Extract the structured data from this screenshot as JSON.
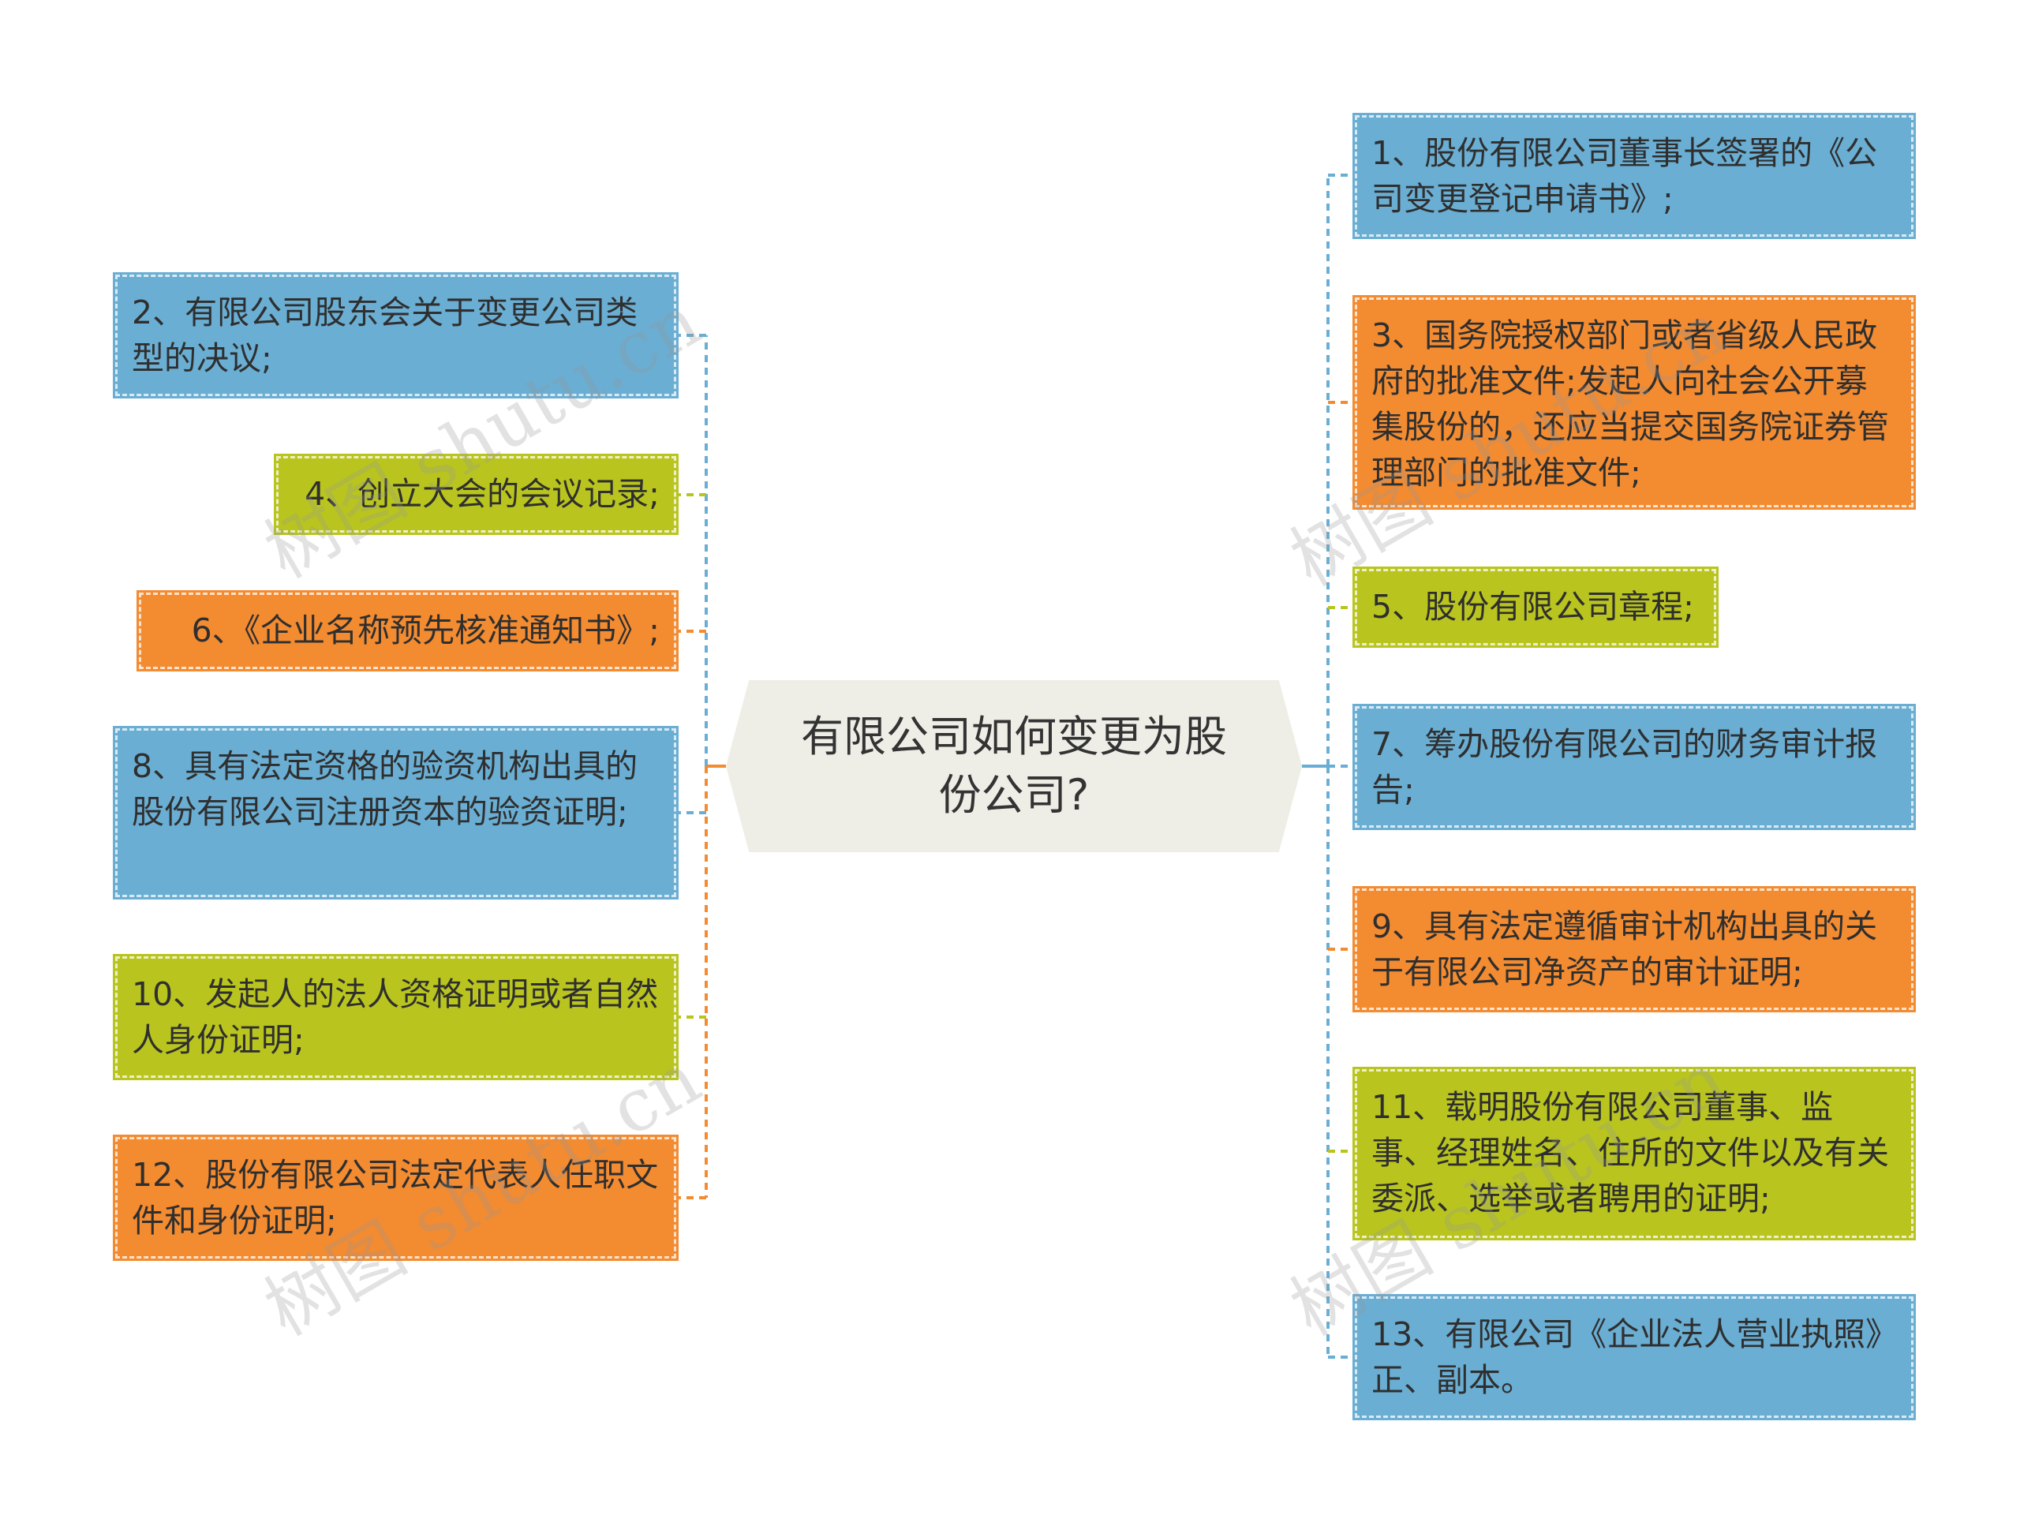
{
  "center": {
    "title": "有限公司如何变更为股份公司?"
  },
  "left_items": [
    {
      "text": "2、有限公司股东会关于变更公司类型的决议;",
      "color": "#6aaed3"
    },
    {
      "text": "4、创立大会的会议记录;",
      "color": "#b9c51e"
    },
    {
      "text": "6、《企业名称预先核准通知书》;",
      "color": "#f38b31"
    },
    {
      "text": "8、具有法定资格的验资机构出具的股份有限公司注册资本的验资证明;",
      "color": "#6aaed3"
    },
    {
      "text": "10、发起人的法人资格证明或者自然人身份证明;",
      "color": "#b9c51e"
    },
    {
      "text": "12、股份有限公司法定代表人任职文件和身份证明;",
      "color": "#f38b31"
    }
  ],
  "right_items": [
    {
      "text": "1、股份有限公司董事长签署的《公司变更登记申请书》;",
      "color": "#6aaed3"
    },
    {
      "text": "3、国务院授权部门或者省级人民政府的批准文件;发起人向社会公开募集股份的，还应当提交国务院证券管理部门的批准文件;",
      "color": "#f38b31"
    },
    {
      "text": "5、股份有限公司章程;",
      "color": "#b9c51e"
    },
    {
      "text": "7、筹办股份有限公司的财务审计报告;",
      "color": "#6aaed3"
    },
    {
      "text": "9、具有法定遵循审计机构出具的关于有限公司净资产的审计证明;",
      "color": "#f38b31"
    },
    {
      "text": "11、载明股份有限公司董事、监事、经理姓名、住所的文件以及有关委派、选举或者聘用的证明;",
      "color": "#b9c51e"
    },
    {
      "text": "13、有限公司《企业法人营业执照》正、副本。",
      "color": "#6aaed3"
    }
  ],
  "watermark": {
    "text": "树图 shutu.cn"
  },
  "colors": {
    "blue": "#6aaed3",
    "orange": "#f38b31",
    "green": "#b9c51e",
    "center_bg": "#eeeee7"
  }
}
